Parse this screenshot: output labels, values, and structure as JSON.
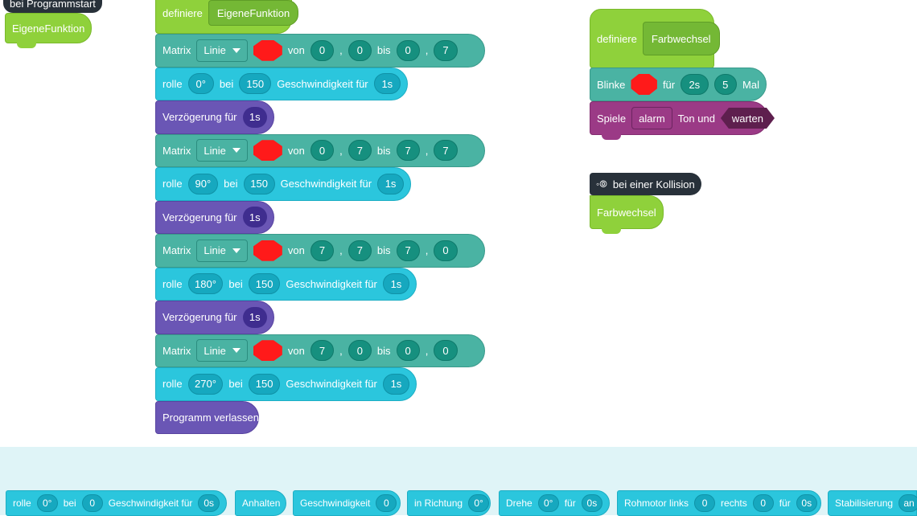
{
  "top_left": {
    "event_label": "bei Programmstart",
    "func_label": "EigeneFunktion"
  },
  "main": {
    "define_label": "definiere",
    "define_name": "EigeneFunktion",
    "matrix_label": "Matrix",
    "linie_label": "Linie",
    "von_label": "von",
    "bis_label": "bis",
    "comma": ",",
    "rolle_label": "rolle",
    "bei_label": "bei",
    "speed_label": "Geschwindigkeit für",
    "delay_label": "Verzögerung für",
    "delay_value": "1s",
    "exit_label": "Programm verlassen",
    "matrix_rows": [
      {
        "from": [
          "0",
          "0"
        ],
        "to": [
          "0",
          "7"
        ]
      },
      {
        "from": [
          "0",
          "7"
        ],
        "to": [
          "7",
          "7"
        ]
      },
      {
        "from": [
          "7",
          "7"
        ],
        "to": [
          "7",
          "0"
        ]
      },
      {
        "from": [
          "7",
          "0"
        ],
        "to": [
          "0",
          "0"
        ]
      }
    ],
    "roll_rows": [
      {
        "angle": "0°",
        "speed": "150",
        "time": "1s"
      },
      {
        "angle": "90°",
        "speed": "150",
        "time": "1s"
      },
      {
        "angle": "180°",
        "speed": "150",
        "time": "1s"
      },
      {
        "angle": "270°",
        "speed": "150",
        "time": "1s"
      }
    ]
  },
  "right": {
    "define_label": "definiere",
    "define_name": "Farbwechsel",
    "blink_label": "Blinke",
    "fuer_label": "für",
    "blink_time": "2s",
    "blink_count": "5",
    "mal_label": "Mal",
    "spiele_label": "Spiele",
    "sound": "alarm",
    "ton_und_label": "Ton und",
    "warten": "warten",
    "collision_label": "bei einer Kollision",
    "collision_func": "Farbwechsel"
  },
  "tray": {
    "rolle": "rolle",
    "rolle_angle": "0°",
    "bei": "bei",
    "rolle_speed": "0",
    "gesch_fuer": "Geschwindigkeit für",
    "rolle_time": "0s",
    "anhalten": "Anhalten",
    "geschwindigkeit": "Geschwindigkeit",
    "gesch_val": "0",
    "in_richtung": "in Richtung",
    "richtung_val": "0°",
    "drehe": "Drehe",
    "drehe_angle": "0°",
    "fuer": "für",
    "drehe_time": "0s",
    "rohmotor": "Rohmotor links",
    "rohmotor_left": "0",
    "rechts": "rechts",
    "rohmotor_right": "0",
    "rohmotor_fuer": "für",
    "rohmotor_time": "0s",
    "stabil": "Stabilisierung",
    "stabil_val": "an"
  },
  "colors": {
    "teal": "#4ab3a3",
    "cyan": "#2bc6dd",
    "purple": "#6a56b5",
    "green": "#8fd13b",
    "magenta": "#9b3a86",
    "led": "#ff1a1a"
  }
}
